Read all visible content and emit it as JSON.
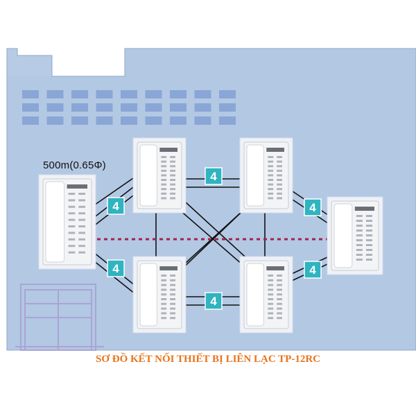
{
  "title_caption": "SƠ ĐỒ KẾT NỐI THIẾT BỊ LIÊN LẠC  TP-12RC",
  "distance_label": "500m(0.65Φ)",
  "wire_count_badge": "4",
  "colors": {
    "building": "#b3c8e3",
    "building_edge": "#8ea6c9",
    "window": "#8aa6d6",
    "badge": "#2fb4c0",
    "wire": "#111111",
    "dashed_line": "#a0244f",
    "device_body": "#f3f4f5",
    "caption": "#e8731a",
    "door_frame": "#a9a4d6"
  },
  "devices": [
    {
      "name": "intercom-unit-left"
    },
    {
      "name": "intercom-unit-top-left"
    },
    {
      "name": "intercom-unit-top-right"
    },
    {
      "name": "intercom-unit-right"
    },
    {
      "name": "intercom-unit-bottom-left"
    },
    {
      "name": "intercom-unit-bottom-right"
    }
  ]
}
